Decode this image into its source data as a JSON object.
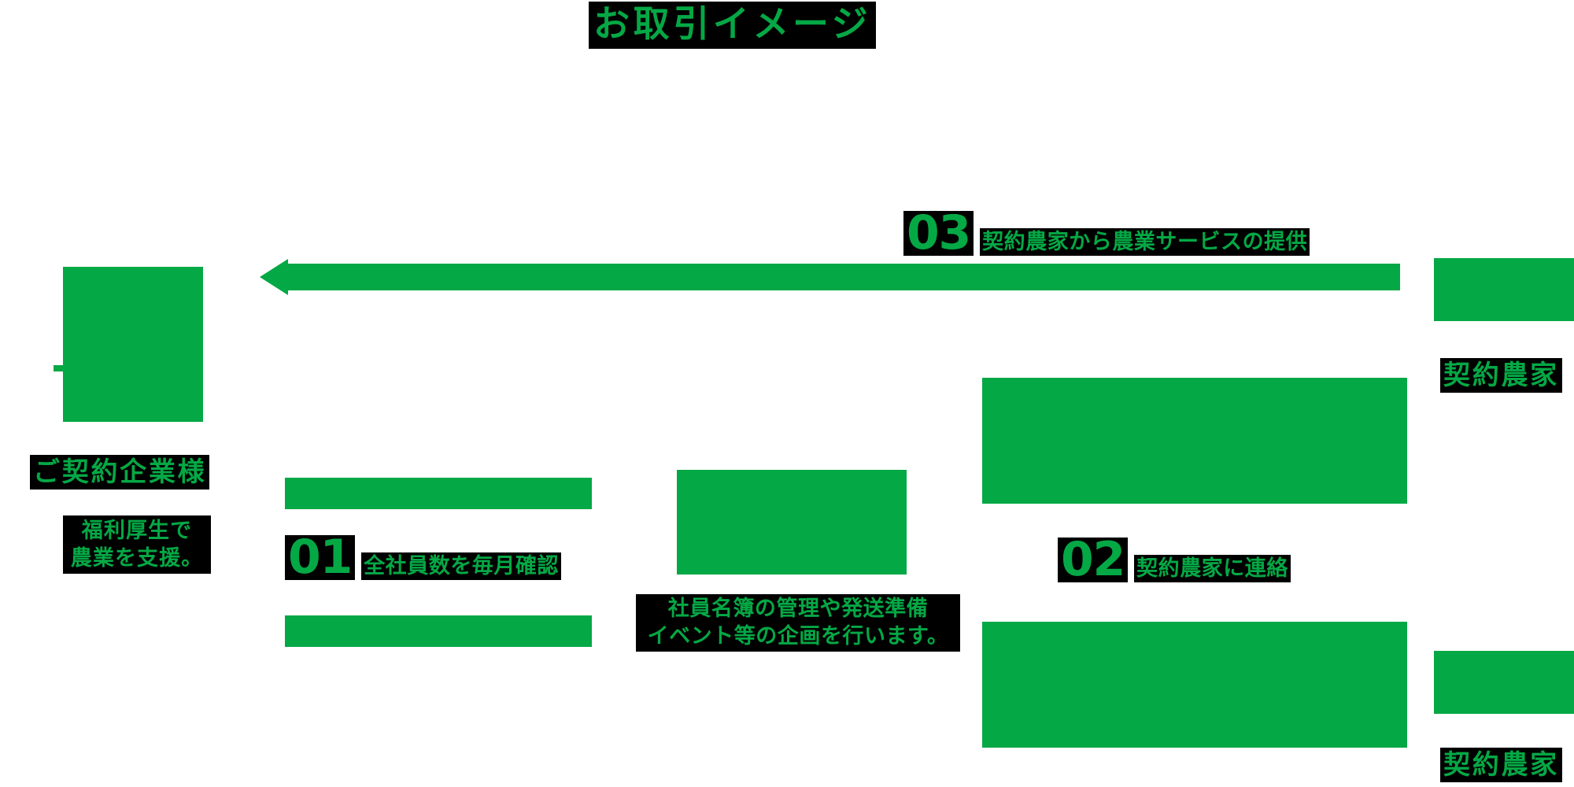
{
  "page": {
    "title": "お取引イメージ",
    "accent_green": "#04A845",
    "label_background": "#000000",
    "canvas_background": "#FFFFFF"
  },
  "actors": {
    "client_company": {
      "caption": "ご契約企業様",
      "sub_caption": "福利厚生で\n農業を支援。"
    },
    "contract_farmer_top": {
      "caption": "契約農家"
    },
    "contract_farmer_bottom": {
      "caption": "契約農家"
    }
  },
  "steps": [
    {
      "number": "01",
      "label": "全社員数を毎月確認"
    },
    {
      "number": "02",
      "label": "契約農家に連絡"
    },
    {
      "number": "03",
      "label": "契約農家から農業サービスの提供"
    }
  ],
  "notes": {
    "center_service": "社員名簿の管理や発送準備\nイベント等の企画を行います。"
  }
}
